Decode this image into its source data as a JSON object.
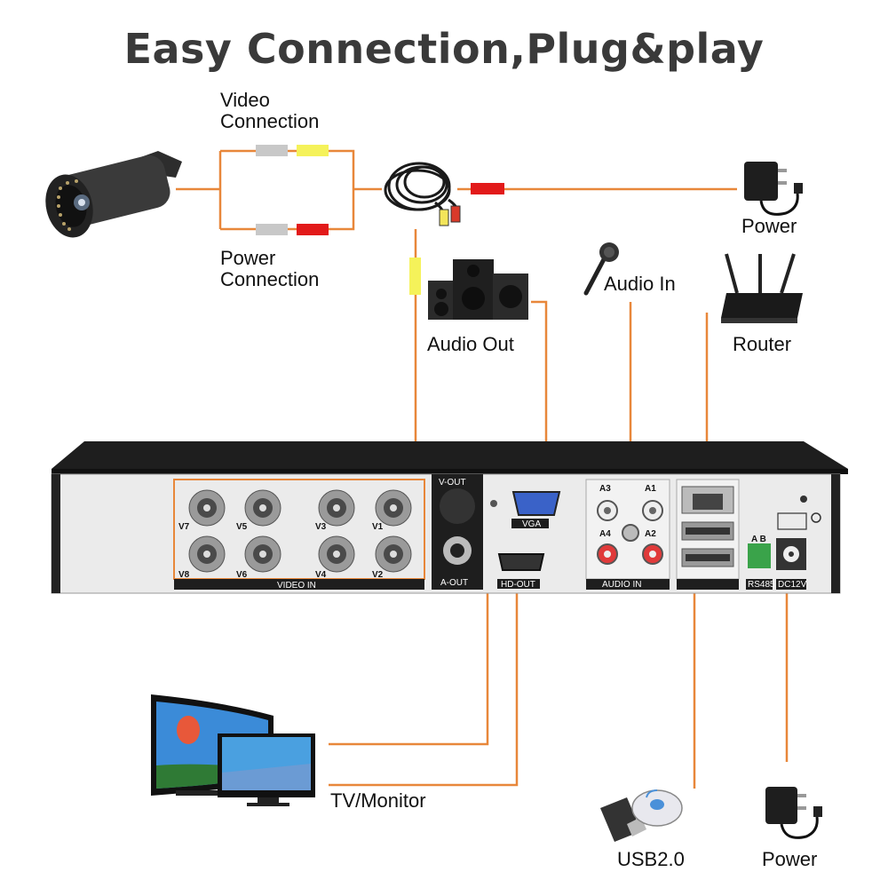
{
  "title": "Easy Connection,Plug&play",
  "labels": {
    "video_connection_1": "Video",
    "video_connection_2": "Connection",
    "power_connection_1": "Power",
    "power_connection_2": "Connection",
    "power_top": "Power",
    "audio_in": "Audio In",
    "audio_out": "Audio Out",
    "router": "Router",
    "tv_monitor": "TV/Monitor",
    "usb": "USB2.0",
    "power_bottom": "Power"
  },
  "panel": {
    "video_in": "VIDEO IN",
    "v_out": "V-OUT",
    "a_out": "A-OUT",
    "vga": "VGA",
    "hd_out": "HD-OUT",
    "audio_in": "AUDIO IN",
    "rs485": "RS485",
    "dc12v": "DC12V",
    "ab": "A  B",
    "ports": [
      "V7",
      "V5",
      "V3",
      "V1",
      "V8",
      "V6",
      "V4",
      "V2"
    ],
    "audio_ports": [
      "A3",
      "A1",
      "A4",
      "A2"
    ]
  },
  "colors": {
    "wire": "#e8873a",
    "title": "#3a3a3a",
    "panel": "#ebebeb",
    "dvr_top": "#222222"
  }
}
